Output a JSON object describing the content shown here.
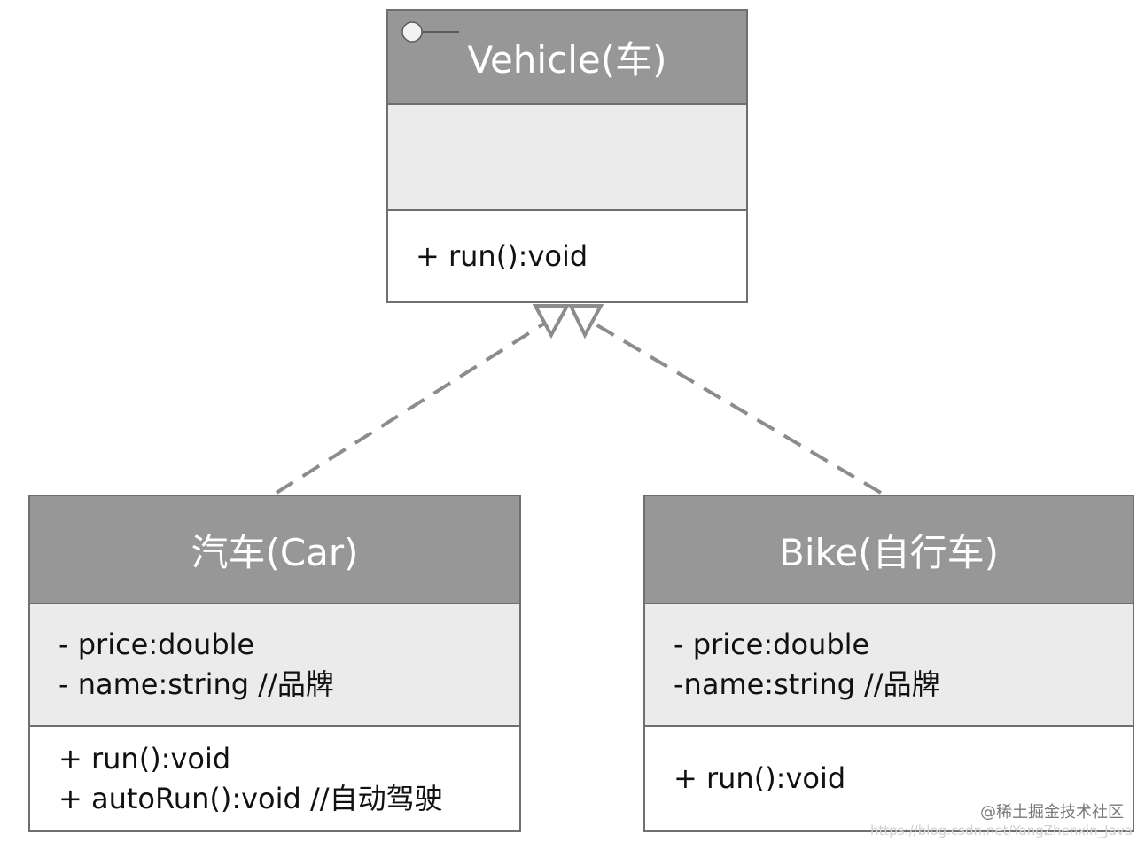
{
  "classes": {
    "vehicle": {
      "name": "Vehicle(车)",
      "attributes": [],
      "methods": [
        "+ run():void"
      ]
    },
    "car": {
      "name": "汽车(Car)",
      "attributes": [
        "- price:double",
        "- name:string //品牌"
      ],
      "methods": [
        "+ run():void",
        "+ autoRun():void //自动驾驶"
      ]
    },
    "bike": {
      "name": "Bike(自行车)",
      "attributes": [
        "- price:double",
        "-name:string //品牌"
      ],
      "methods": [
        "+ run():void"
      ]
    }
  },
  "relationships": [
    {
      "from": "car",
      "to": "vehicle",
      "type": "realization"
    },
    {
      "from": "bike",
      "to": "vehicle",
      "type": "realization"
    }
  ],
  "colors": {
    "header": "#979797",
    "attributes_bg": "#ebebeb",
    "border": "#6f6f6f",
    "connector": "#8c8c8c"
  },
  "watermark": {
    "text": "@稀土掘金技术社区",
    "url": "https://blog.csdn.net/YangZhenxin_Java"
  }
}
